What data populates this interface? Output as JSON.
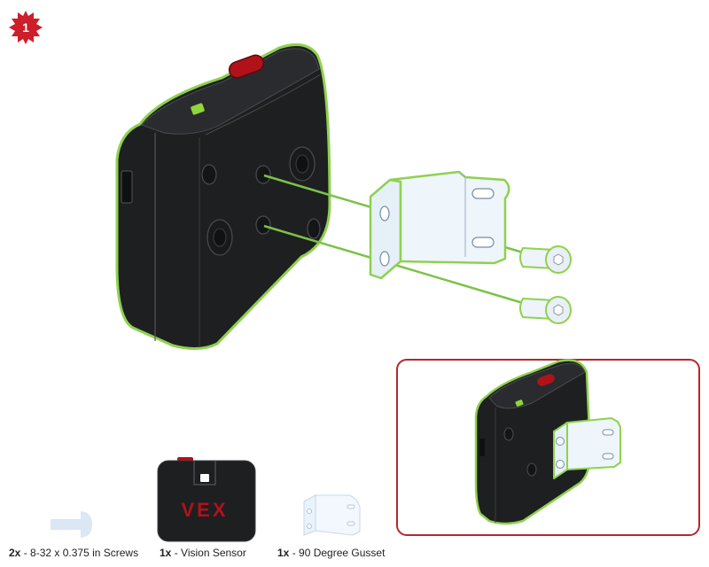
{
  "step": {
    "number": "1"
  },
  "sensor": {
    "logo_text": "VEX"
  },
  "parts": [
    {
      "qty": "2x",
      "name": "8-32 x 0.375 in Screws"
    },
    {
      "qty": "1x",
      "name": "Vision Sensor"
    },
    {
      "qty": "1x",
      "name": "90 Degree Gusset"
    }
  ],
  "colors": {
    "step_badge": "#cc1f2a",
    "sensor_body": "#1e1f21",
    "highlight_outline": "#8fd14f",
    "alignment_line": "#7cc24a",
    "led_red": "#b1121a",
    "led_green": "#8ed63a",
    "gusset_fill": "#e6f0f9",
    "detail_border": "#b5272d"
  }
}
